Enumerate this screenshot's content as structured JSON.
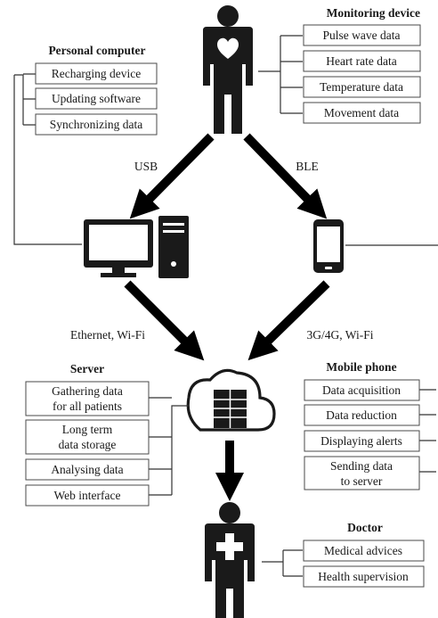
{
  "monitoring": {
    "title": "Monitoring device",
    "items": [
      "Pulse wave data",
      "Heart rate data",
      "Temperature data",
      "Movement data"
    ]
  },
  "pc": {
    "title": "Personal computer",
    "items": [
      "Recharging device",
      "Updating software",
      "Synchronizing data"
    ]
  },
  "links": {
    "usb": "USB",
    "ble": "BLE",
    "ethernet": "Ethernet, Wi-Fi",
    "cellular": "3G/4G, Wi-Fi"
  },
  "server": {
    "title": "Server",
    "items": [
      [
        "Gathering data",
        "for all patients"
      ],
      [
        "Long term",
        "data storage"
      ],
      [
        "Analysing data"
      ],
      [
        "Web interface"
      ]
    ]
  },
  "mobile": {
    "title": "Mobile phone",
    "items": [
      [
        "Data acquisition"
      ],
      [
        "Data reduction"
      ],
      [
        "Displaying alerts"
      ],
      [
        "Sending data",
        "to server"
      ]
    ]
  },
  "doctor": {
    "title": "Doctor",
    "items": [
      "Medical advices",
      "Health supervision"
    ]
  },
  "icons": {
    "patient": "patient-heart-icon",
    "computer": "desktop-computer-icon",
    "phone": "smartphone-icon",
    "cloud": "cloud-server-icon",
    "doctor": "doctor-icon"
  }
}
